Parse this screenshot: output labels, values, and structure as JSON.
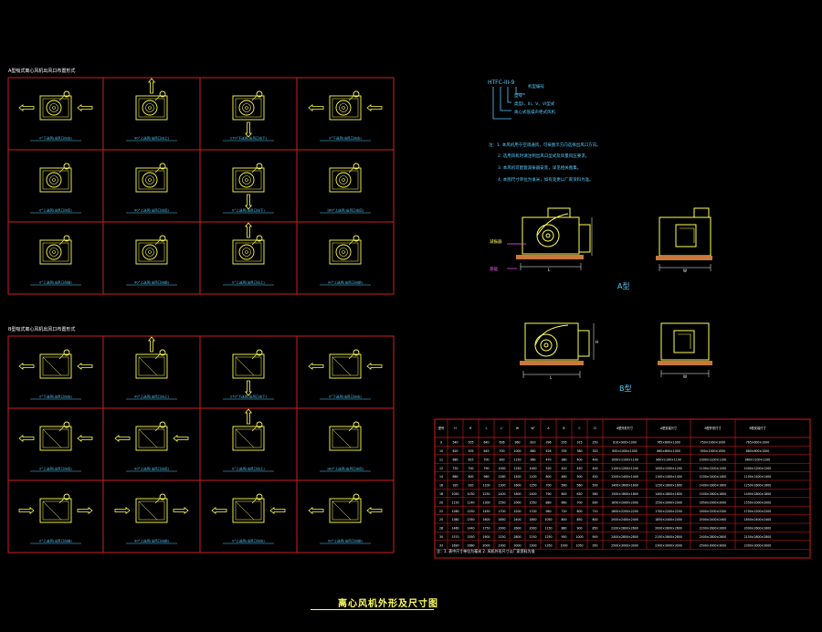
{
  "drawing": {
    "title": "离心风机外形及尺寸图",
    "section_a_label": "A型吸式离心风机出风口布置形式",
    "section_b_label": "B型吸式离心风机出风口布置形式",
    "type_a_caption": "A型",
    "type_b_caption": "B型",
    "model_code": "HTFC-III-9",
    "model_legend": [
      "机型编号",
      "型号",
      "类型I、III、V、VI型式",
      "离心式低噪声柜式风机"
    ],
    "notes": [
      "注：1. 本风机用于空调通风，可按图示方向选择出风口方向。",
      "2. 选用风机时请注明出风口型式及风量风压要求。",
      "3. 本风机可配套减振器安装，详见相关图集。",
      "4. 本图尺寸单位为毫米，如有变更以厂家资料为准。"
    ],
    "labels": {
      "vibration": "减振器",
      "base": "基础",
      "dim_w": "W",
      "dim_h": "H",
      "dim_l": "L"
    },
    "colors": {
      "grid": "#d01e1e",
      "fan": "#ffff55",
      "arrow": "#ffff55",
      "caption": "#55ccff",
      "text": "#ffffff",
      "base": "#c8783c",
      "highlight": "#ff55ff"
    }
  },
  "a_cells": [
    {
      "caption": "0°下送风(出风口向左)",
      "dir": "L"
    },
    {
      "caption": "90°上送风(出风口向上)",
      "dir": "U"
    },
    {
      "caption": "270°下送风(出风口向下)",
      "dir": "D"
    },
    {
      "caption": "0°下送风(出风口向左)",
      "dir": "L"
    },
    {
      "caption": "0°上送风(出风口向后)",
      "dir": "N"
    },
    {
      "caption": "90°上送风(出风口向后)",
      "dir": "N"
    },
    {
      "caption": "0°上送风(出风口向下)",
      "dir": "D"
    },
    {
      "caption": "180°上送风(出风口向后)",
      "dir": "N"
    },
    {
      "caption": "0°上送风(出风口向前)",
      "dir": "N"
    },
    {
      "caption": "90°上送风(出风口向前)",
      "dir": "N"
    },
    {
      "caption": "0°上送风(出风口向上)",
      "dir": "U"
    },
    {
      "caption": "90°上送风(出风口向前)",
      "dir": "N"
    }
  ],
  "b_cells": [
    {
      "caption": "0°下送风(出风口向左)",
      "dir": "L"
    },
    {
      "caption": "90°上送风(出风口向上)",
      "dir": "U"
    },
    {
      "caption": "270°下送风(出风口向下)",
      "dir": "D"
    },
    {
      "caption": "0°下送风(出风口向左)",
      "dir": "L"
    },
    {
      "caption": "0°上送风(出风口向后)",
      "dir": "L"
    },
    {
      "caption": "90°上送风(出风口向后)",
      "dir": "L"
    },
    {
      "caption": "0°上送风(出风口向上)",
      "dir": "U"
    },
    {
      "caption": "180°上送风(出风口向后)",
      "dir": "N"
    },
    {
      "caption": "0°上送风(出风口向前)",
      "dir": "R"
    },
    {
      "caption": "90°上送风(出风口向前)",
      "dir": "R"
    },
    {
      "caption": "0°上送风(出风口向左)",
      "dir": "L"
    },
    {
      "caption": "90°上送风(出风口向前)",
      "dir": "L"
    }
  ],
  "table": {
    "headers": [
      "型号",
      "H",
      "H'",
      "L",
      "L'",
      "W",
      "W'",
      "A",
      "B",
      "C",
      "D",
      "A型外形尺寸",
      "A型安装尺寸",
      "B型外形尺寸",
      "B型安装尺寸"
    ],
    "rows": [
      [
        "9",
        "540",
        "505",
        "640",
        "636",
        "960",
        "810",
        "396",
        "295",
        "315",
        "250",
        "810×900×1000",
        "765×600×1000",
        "750×1000×1000",
        "765×600×1000"
      ],
      [
        "10",
        "620",
        "505",
        "645",
        "700",
        "1000",
        "860",
        "426",
        "335",
        "380",
        "320",
        "900×1000×1000",
        "860×600×1000",
        "900×1000×1000",
        "860×600×1000"
      ],
      [
        "11",
        "680",
        "625",
        "700",
        "900",
        "1150",
        "960",
        "470",
        "380",
        "400",
        "400",
        "1000×1100×1100",
        "960×1100×1100",
        "1000×1100×1100",
        "960×1100×1100"
      ],
      [
        "12",
        "750",
        "700",
        "790",
        "1000",
        "1250",
        "1000",
        "520",
        "420",
        "450",
        "400",
        "1100×1200×1200",
        "1000×1200×1200",
        "1100×1200×1200",
        "1000×1200×1200"
      ],
      [
        "14",
        "860",
        "800",
        "960",
        "1180",
        "1400",
        "1100",
        "600",
        "480",
        "500",
        "450",
        "1200×1400×1400",
        "1100×1400×1400",
        "1200×1400×1400",
        "1100×1400×1400"
      ],
      [
        "16",
        "920",
        "920",
        "1100",
        "1300",
        "1600",
        "1250",
        "700",
        "560",
        "560",
        "500",
        "1400×1600×1600",
        "1250×1600×1600",
        "1400×1600×1600",
        "1250×1600×1600"
      ],
      [
        "18",
        "1050",
        "1030",
        "1250",
        "1400",
        "1800",
        "1400",
        "790",
        "600",
        "630",
        "560",
        "1500×1800×1800",
        "1400×1800×1800",
        "1500×1800×1800",
        "1400×1800×1800"
      ],
      [
        "20",
        "1150",
        "1140",
        "1300",
        "1550",
        "2000",
        "1550",
        "880",
        "660",
        "700",
        "630",
        "1650×2000×2000",
        "1550×2000×2000",
        "1650×2000×2000",
        "1550×2000×2000"
      ],
      [
        "22",
        "1260",
        "1250",
        "1450",
        "1700",
        "2200",
        "1700",
        "960",
        "720",
        "800",
        "710",
        "1800×2200×2200",
        "1700×2200×2200",
        "1800×2200×2200",
        "1700×2200×2200"
      ],
      [
        "25",
        "1380",
        "1350",
        "1600",
        "1850",
        "2400",
        "1850",
        "1050",
        "800",
        "850",
        "800",
        "2000×2400×2400",
        "1850×2400×2400",
        "2000×2400×2400",
        "1850×2400×2400"
      ],
      [
        "28",
        "1460",
        "1440",
        "1750",
        "2000",
        "2600",
        "2000",
        "1150",
        "880",
        "900",
        "850",
        "2200×2600×2600",
        "2000×2600×2600",
        "2200×2600×2600",
        "2000×2600×2600"
      ],
      [
        "30",
        "1570",
        "1550",
        "1900",
        "2150",
        "2800",
        "2150",
        "1250",
        "950",
        "1000",
        "900",
        "2400×2800×2800",
        "2150×2800×2800",
        "2400×2800×2800",
        "2150×2800×2800"
      ],
      [
        "33",
        "1690",
        "1660",
        "2000",
        "2300",
        "3000",
        "2300",
        "1350",
        "1000",
        "1050",
        "950",
        "2500×3000×3000",
        "2300×3000×3000",
        "2500×3000×3000",
        "2300×3000×3000"
      ]
    ],
    "footnote": "注：1. 表中尺寸单位为毫米  2. 风机外形尺寸以厂家资料为准"
  }
}
